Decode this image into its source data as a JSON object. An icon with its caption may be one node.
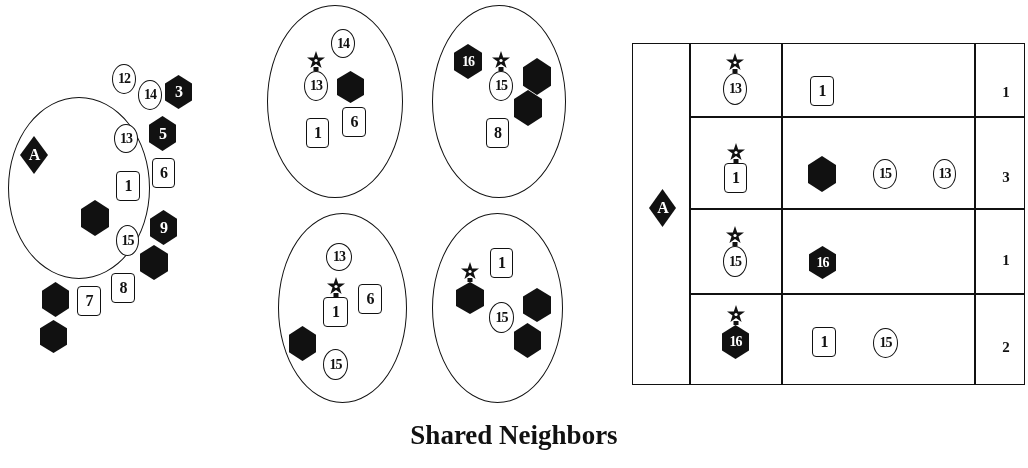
{
  "diagram": {
    "caption": "Shared Neighbors",
    "nodes": [
      {
        "text": [],
        "shape": "ellipse"
      },
      {
        "text": [
          "12"
        ]
      },
      {
        "text": [
          "14"
        ]
      },
      {
        "text": [
          "3"
        ]
      },
      {
        "text": [
          "13"
        ],
        "in": 0
      },
      {
        "text": [
          "5"
        ]
      },
      {
        "text": [
          "A"
        ],
        "in": 0
      },
      {
        "text": [
          "6"
        ]
      },
      {
        "text": [
          "1"
        ],
        "in": 0
      },
      {
        "text": [],
        "shape": "hexagon",
        "in": 0
      },
      {
        "text": [
          "15"
        ],
        "in": 0
      },
      {
        "text": [
          "9"
        ]
      },
      {
        "text": [],
        "shape": "hexagon"
      },
      {
        "text": [
          "8"
        ]
      },
      {
        "text": [],
        "shape": "hexagon"
      },
      {
        "text": [
          "7"
        ]
      },
      {
        "text": [],
        "shape": "hexagon"
      },
      {
        "text": [],
        "shape": "ellipse"
      },
      {
        "text": [
          "14"
        ],
        "in": 17
      },
      {
        "text": [
          "13"
        ],
        "in": 17
      },
      {
        "text": [],
        "shape": "hexagon",
        "in": 17
      },
      {
        "text": [
          "6"
        ],
        "in": 17
      },
      {
        "text": [
          "1"
        ],
        "in": 17
      },
      {
        "text": [],
        "shape": "ellipse"
      },
      {
        "text": [
          "16"
        ],
        "in": 23
      },
      {
        "text": [
          "15"
        ],
        "in": 23
      },
      {
        "text": [],
        "shape": "hexagon",
        "in": 23
      },
      {
        "text": [],
        "shape": "hexagon",
        "in": 23
      },
      {
        "text": [
          "8"
        ],
        "in": 23
      },
      {
        "text": [],
        "shape": "ellipse"
      },
      {
        "text": [
          "13"
        ],
        "in": 29
      },
      {
        "text": [
          "1"
        ],
        "in": 29
      },
      {
        "text": [
          "6"
        ],
        "in": 29
      },
      {
        "text": [],
        "shape": "hexagon",
        "in": 29
      },
      {
        "text": [
          "15"
        ],
        "in": 29
      },
      {
        "text": [],
        "shape": "ellipse"
      },
      {
        "text": [
          "1"
        ],
        "in": 35
      },
      {
        "text": [],
        "shape": "hexagon",
        "in": 35
      },
      {
        "text": [],
        "shape": "hexagon",
        "in": 35
      },
      {
        "text": [
          "15"
        ],
        "in": 35
      },
      {
        "text": [],
        "shape": "hexagon",
        "in": 35
      },
      {
        "text": [],
        "shape": "table"
      },
      {
        "text": [
          "13"
        ],
        "in": 41
      },
      {
        "text": [
          "1"
        ],
        "in": 41
      },
      {
        "text": [
          "A"
        ],
        "in": 41
      },
      {
        "text": [
          "1"
        ],
        "in": 41
      },
      {
        "text": [],
        "shape": "hexagon",
        "in": 41
      },
      {
        "text": [
          "15"
        ],
        "in": 41
      },
      {
        "text": [
          "13"
        ],
        "in": 41
      },
      {
        "text": [
          "15"
        ],
        "in": 41
      },
      {
        "text": [
          "16"
        ],
        "in": 41
      },
      {
        "text": [
          "16"
        ],
        "in": 41
      },
      {
        "text": [
          "1"
        ],
        "in": 41
      },
      {
        "text": [
          "15"
        ],
        "in": 41
      }
    ],
    "labels": [
      "1",
      "3",
      "1",
      "2"
    ]
  }
}
